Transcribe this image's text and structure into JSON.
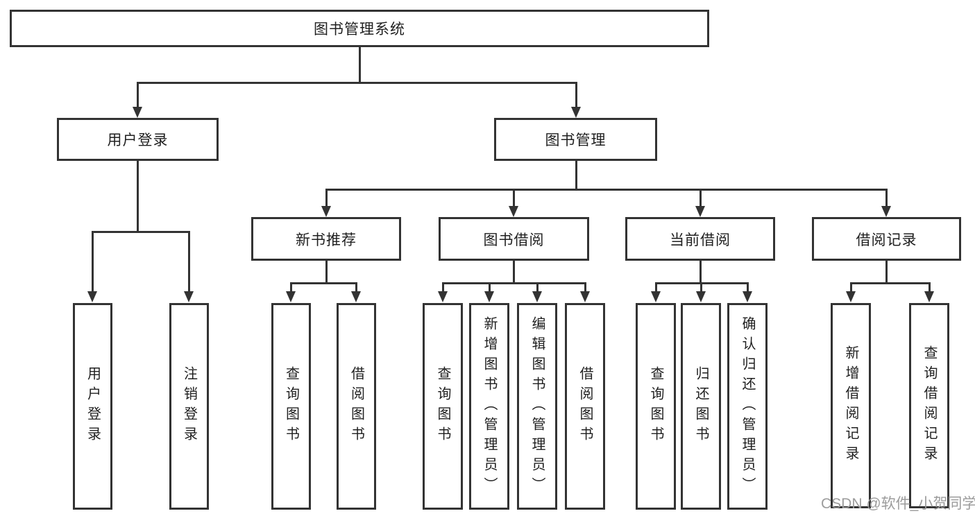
{
  "tree": {
    "root": {
      "label": "图书管理系统",
      "children": [
        {
          "label": "用户登录",
          "children": [
            {
              "label": "用户登录"
            },
            {
              "label": "注销登录"
            }
          ]
        },
        {
          "label": "图书管理",
          "children": [
            {
              "label": "新书推荐",
              "children": [
                {
                  "label": "查询图书"
                },
                {
                  "label": "借阅图书"
                }
              ]
            },
            {
              "label": "图书借阅",
              "children": [
                {
                  "label": "查询图书"
                },
                {
                  "label": "新增图书（管理员）"
                },
                {
                  "label": "编辑图书（管理员）"
                },
                {
                  "label": "借阅图书"
                }
              ]
            },
            {
              "label": "当前借阅",
              "children": [
                {
                  "label": "查询图书"
                },
                {
                  "label": "归还图书"
                },
                {
                  "label": "确认归还（管理员）"
                }
              ]
            },
            {
              "label": "借阅记录",
              "children": [
                {
                  "label": "新增借阅记录"
                },
                {
                  "label": "查询借阅记录"
                }
              ]
            }
          ]
        }
      ]
    }
  },
  "watermark": {
    "text": "CSDN @软件_小贺同学"
  },
  "colors": {
    "line": "#333333",
    "text": "#1f1f1f",
    "background": "#ffffff",
    "watermark": "#9c9c9c"
  }
}
